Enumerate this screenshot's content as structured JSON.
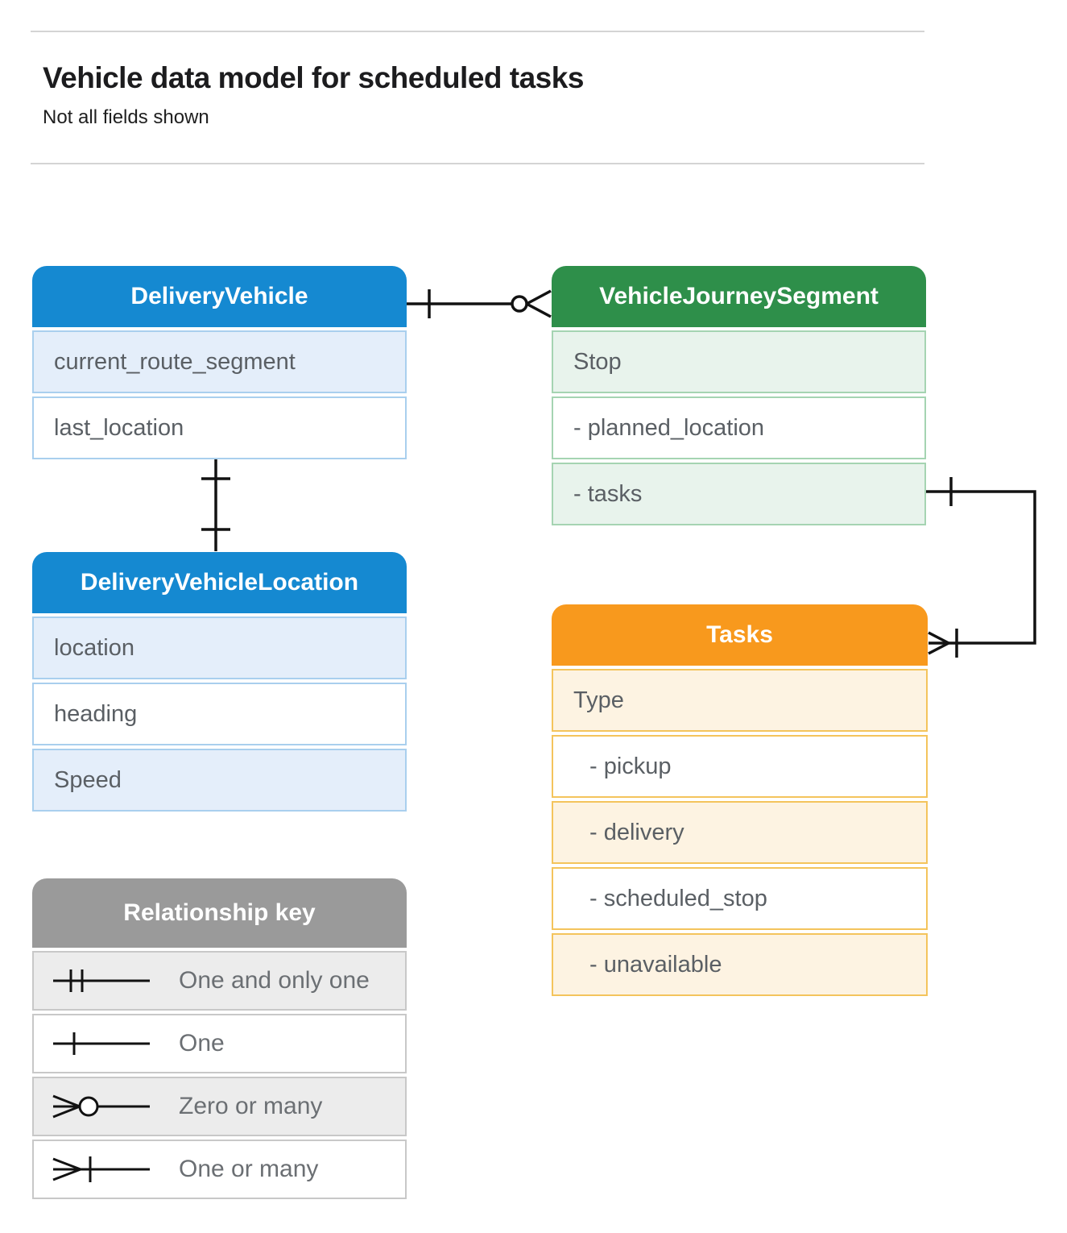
{
  "page": {
    "title": "Vehicle data model for scheduled tasks",
    "subtitle": "Not all fields shown"
  },
  "entities": [
    {
      "title": "DeliveryVehicle",
      "rows": [
        "current_route_segment",
        "last_location"
      ]
    },
    {
      "title": "VehicleJourneySegment",
      "rows": [
        "Stop",
        "- planned_location",
        "- tasks"
      ]
    },
    {
      "title": "DeliveryVehicleLocation",
      "rows": [
        "location",
        "heading",
        "Speed"
      ]
    },
    {
      "title": "Tasks",
      "rows": [
        "Type",
        "- pickup",
        "- delivery",
        "- scheduled_stop",
        "- unavailable"
      ]
    }
  ],
  "legend": {
    "title": "Relationship key",
    "items": [
      {
        "symbol": "one-and-only-one",
        "label": "One and only one"
      },
      {
        "symbol": "one",
        "label": "One"
      },
      {
        "symbol": "zero-or-many",
        "label": "Zero or many"
      },
      {
        "symbol": "one-or-many",
        "label": "One or many"
      }
    ]
  },
  "relationships": [
    {
      "from": "DeliveryVehicle",
      "to": "VehicleJourneySegment",
      "from_cardinality": "one",
      "to_cardinality": "zero-or-many"
    },
    {
      "from": "DeliveryVehicle",
      "to": "DeliveryVehicleLocation",
      "from_cardinality": "one",
      "to_cardinality": "one"
    },
    {
      "from": "VehicleJourneySegment.tasks",
      "to": "Tasks",
      "from_cardinality": "one",
      "to_cardinality": "one-or-many"
    }
  ],
  "colors": {
    "blue_header": "#1589d1",
    "blue_row_tint": "#e4eefa",
    "blue_border": "#a9cfee",
    "green_header": "#2e8f4a",
    "green_row_tint": "#e8f3ec",
    "green_border": "#a5d4b2",
    "orange_header": "#f8991d",
    "orange_row_tint": "#fdf3e2",
    "orange_border": "#f4c45c",
    "gray_header": "#9a9a9a",
    "gray_row_tint": "#ececec",
    "gray_border": "#c8c8c8",
    "row_text": "#5a5f64",
    "connector": "#121212"
  }
}
